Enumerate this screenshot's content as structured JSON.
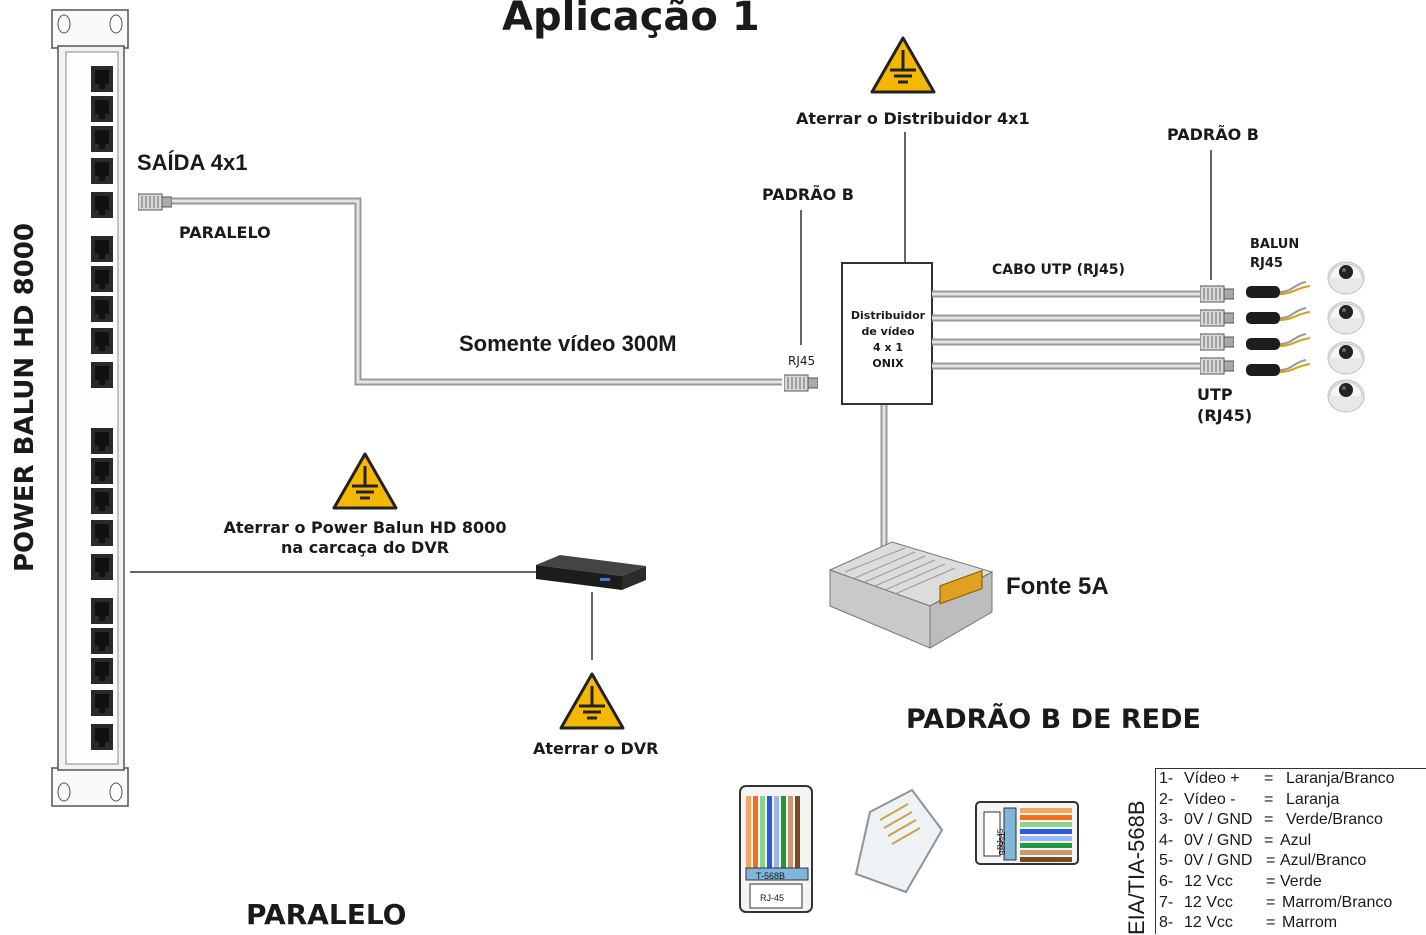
{
  "title": "Aplicação 1",
  "device_label": "POWER BALUN HD 8000",
  "output": {
    "label": "SAÍDA 4x1",
    "mode": "PARALELO"
  },
  "video_cable": "Somente vídeo 300M",
  "rj45_tag": "RJ45",
  "padrao_b_left": "PADRÃO B",
  "padrao_b_right": "PADRÃO B",
  "ground_distributor": "Aterrar o Distribuidor 4x1",
  "distributor": [
    "Distribuidor",
    "de vídeo",
    "4 x 1",
    "ONIX"
  ],
  "cabo_utp": "CABO UTP (RJ45)",
  "balun": {
    "line1": "BALUN",
    "line2": "RJ45"
  },
  "utp": {
    "line1": "UTP",
    "line2": "(RJ45)"
  },
  "ground_power_balun": {
    "line1": "Aterrar o Power Balun HD 8000",
    "line2": "na carcaça do DVR"
  },
  "ground_dvr": "Aterrar o DVR",
  "power_supply": "Fonte 5A",
  "network_header": "PADRÃO B DE REDE",
  "bottom_label": "PARALELO",
  "connector_labels": {
    "standard": "T-568B",
    "jack": "RJ-45",
    "side1": "T568B",
    "side2": "RJ-45"
  },
  "pinout": {
    "standard": "EIA/TIA-568B",
    "rows": [
      {
        "pin": "1-",
        "signal": "Vídeo +",
        "sep": "=",
        "color": "Laranja/Branco"
      },
      {
        "pin": "2-",
        "signal": "Vídeo -",
        "sep": "=",
        "color": "Laranja"
      },
      {
        "pin": "3-",
        "signal": "0V / GND",
        "sep": "=",
        "color": "Verde/Branco"
      },
      {
        "pin": "4-",
        "signal": "0V / GND",
        "sep": "=",
        "color": "Azul"
      },
      {
        "pin": "5-",
        "signal": "0V / GND",
        "sep": "=",
        "color": "Azul/Branco"
      },
      {
        "pin": "6-",
        "signal": "12 Vcc",
        "sep": "=",
        "color": "Verde"
      },
      {
        "pin": "7-",
        "signal": "12 Vcc",
        "sep": "=",
        "color": "Marrom/Branco"
      },
      {
        "pin": "8-",
        "signal": "12 Vcc",
        "sep": "=",
        "color": "Marrom"
      }
    ]
  },
  "colors": {
    "warning_yellow": "#f5b800",
    "cable_gray": "#9a9a9a",
    "panel_border": "#555555"
  }
}
